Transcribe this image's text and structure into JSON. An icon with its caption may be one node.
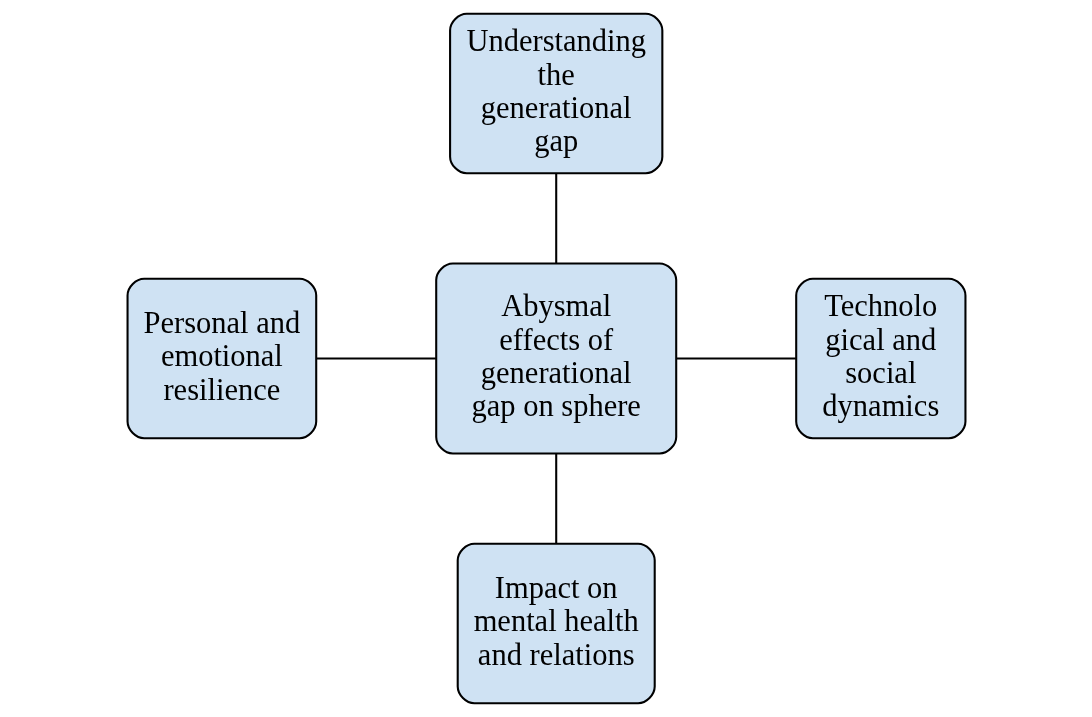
{
  "diagram": {
    "nodes": [
      {
        "text": [
          "Understanding the generational gap"
        ]
      },
      {
        "text": [
          "Personal and emotional resilience"
        ]
      },
      {
        "text": [
          "Abysmal effects of generational gap on sphere"
        ]
      },
      {
        "text": [
          "Technolo gical and social dynamics"
        ]
      },
      {
        "text": [
          "Impact on mental health and relations"
        ]
      }
    ],
    "edges": [
      {
        "from": 0,
        "to": 2,
        "arrow": "none"
      },
      {
        "from": 1,
        "to": 2,
        "arrow": "none"
      },
      {
        "from": 2,
        "to": 3,
        "arrow": "none"
      },
      {
        "from": 2,
        "to": 4,
        "arrow": "none"
      }
    ]
  }
}
